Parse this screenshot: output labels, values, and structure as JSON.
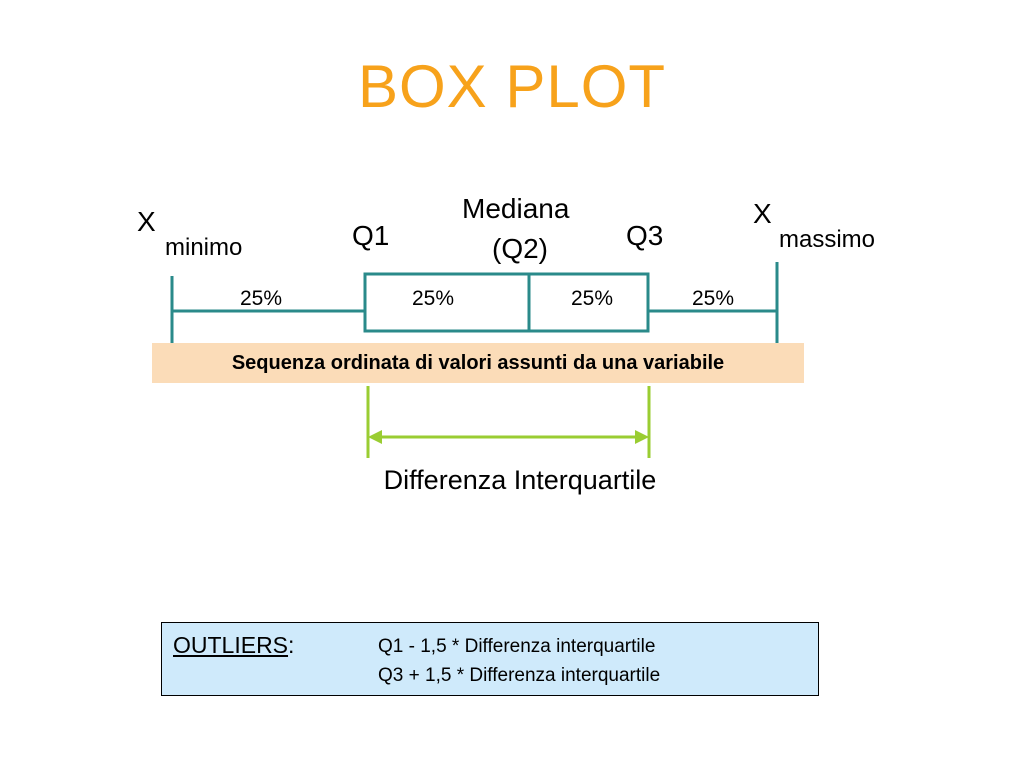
{
  "title": "BOX PLOT",
  "labels": {
    "x_min_main": "X",
    "x_min_sub": "minimo",
    "q1": "Q1",
    "median_line1": "Mediana",
    "median_line2": "(Q2)",
    "q3": "Q3",
    "x_max_main": "X",
    "x_max_sub": "massimo"
  },
  "segments": [
    "25%",
    "25%",
    "25%",
    "25%"
  ],
  "banner": "Sequenza ordinata di valori assunti da una variabile",
  "iqr_label": "Differenza Interquartile",
  "outliers": {
    "title": "OUTLIERS",
    "colon": ":",
    "line1": "Q1  - 1,5 * Differenza interquartile",
    "line2": "Q3 + 1,5 * Differenza interquartile"
  },
  "colors": {
    "title": "#f7a21b",
    "boxplot_lines": "#2a8a8a",
    "iqr_lines": "#9acd32",
    "banner_bg": "#fbdcb8",
    "outliers_bg": "#cfeafb"
  }
}
